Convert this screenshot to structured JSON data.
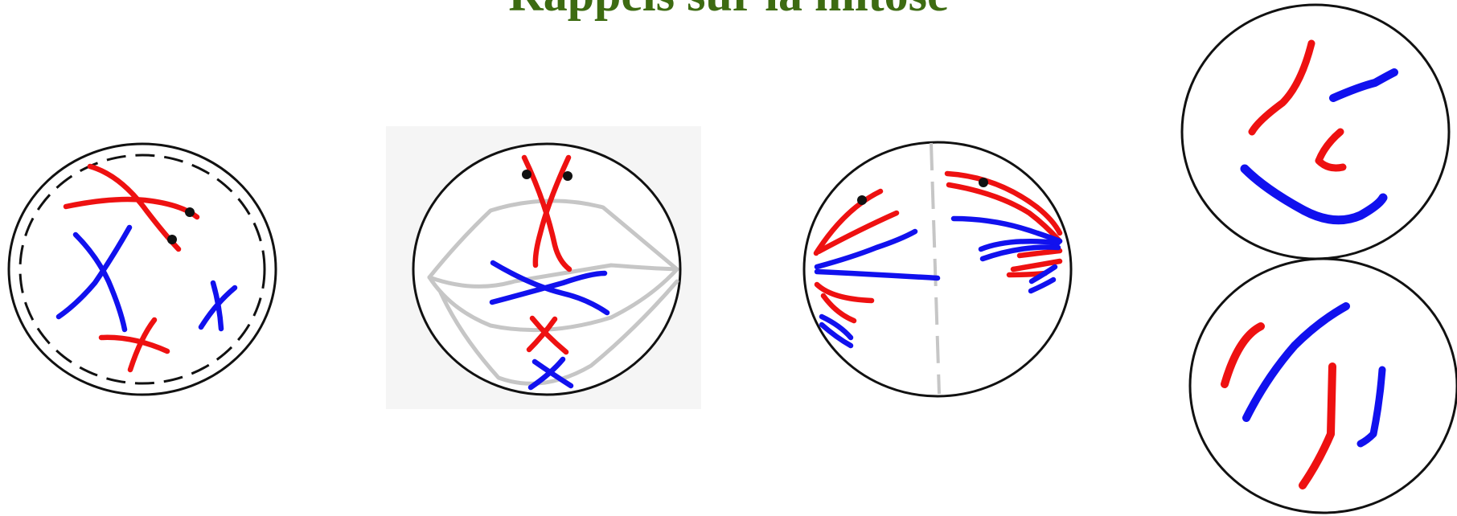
{
  "title": "Rappels sur la mitose",
  "colors": {
    "title": "#3d6b12",
    "chromosome_a": "#ee1111",
    "chromosome_b": "#1111ee",
    "spindle": "#c6c6c6",
    "outline": "#111111",
    "centromere": "#111111"
  },
  "stages": [
    {
      "name": "prophase-cell",
      "chromosomes": [
        "red",
        "red",
        "red",
        "blue",
        "blue"
      ],
      "nuclear_envelope": "dashed"
    },
    {
      "name": "metaphase-cell",
      "chromosomes": [
        "red",
        "red",
        "blue",
        "blue"
      ],
      "spindle": true
    },
    {
      "name": "anaphase-cell",
      "chromosomes": [
        "red",
        "blue"
      ],
      "equator": "dashed"
    },
    {
      "name": "telophase-daughter-cells",
      "cells": 2
    }
  ]
}
